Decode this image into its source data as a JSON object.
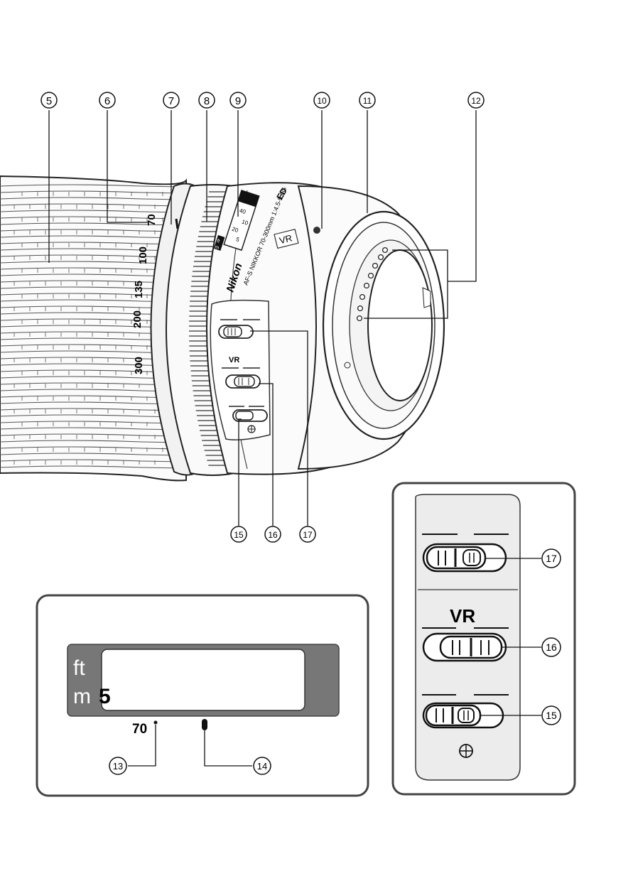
{
  "callouts": {
    "c5": "5",
    "c6": "6",
    "c7": "7",
    "c8": "8",
    "c9": "9",
    "c10": "10",
    "c11": "11",
    "c12": "12",
    "c13": "13",
    "c14": "14",
    "c15": "15",
    "c16": "16",
    "c17": "17"
  },
  "zoom_scale": [
    "70",
    "100",
    "135",
    "200",
    "300"
  ],
  "lens_marks": {
    "brand": "Nikon",
    "model": "AF-S NIKKOR 70-300mm 1:4.5-5.6G",
    "ed": "ED",
    "vr": "VR",
    "dist_ft": "ft",
    "dist_m": "m",
    "mini_vals": [
      "40",
      "10",
      "20",
      "5"
    ]
  },
  "switch_labels": {
    "vr": "VR"
  },
  "inset_switches": {
    "vr_label": "VR"
  },
  "inset_distance": {
    "ft": "ft",
    "m": "m",
    "digit": "5",
    "focal": "70"
  }
}
